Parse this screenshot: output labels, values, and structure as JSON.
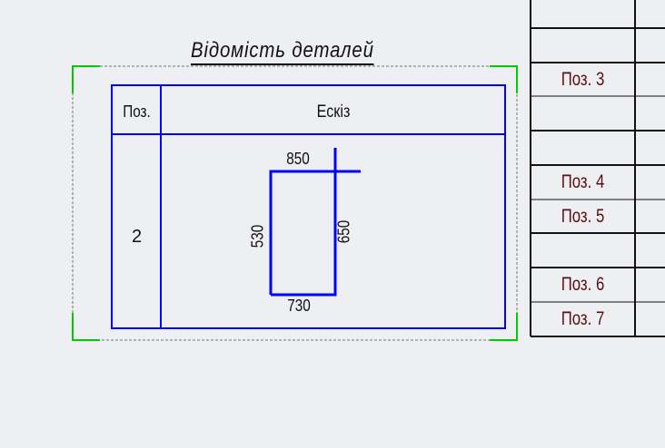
{
  "title": "Відомість деталей",
  "parts_table": {
    "headers": {
      "pos": "Поз.",
      "sketch": "Ескіз"
    },
    "rows": [
      {
        "pos": "2",
        "dimensions": {
          "top": "850",
          "bottom": "730",
          "left": "530",
          "right": "650"
        }
      }
    ]
  },
  "side_table": {
    "labels": [
      "Поз. 3",
      "Поз. 4",
      "Поз. 5",
      "Поз. 6",
      "Поз. 7"
    ]
  },
  "colors": {
    "table_lines": "#0000ff",
    "selection": "#00cc00",
    "side_labels": "#5a1010"
  }
}
